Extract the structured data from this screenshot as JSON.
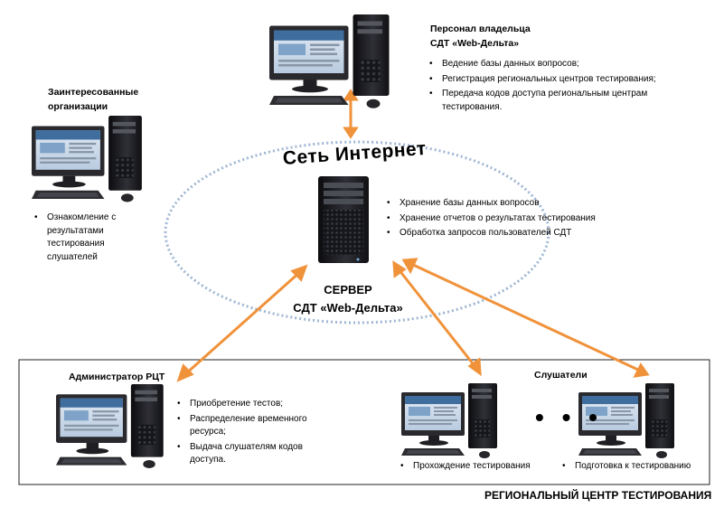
{
  "network": {
    "title": "Сеть Интернет"
  },
  "server": {
    "title_line1": "СЕРВЕР",
    "title_line2": "СДТ «Web-Дельта»",
    "functions": [
      "Хранение базы данных вопросов",
      "Хранение отчетов о результатах тестирования",
      "Обработка запросов пользователей СДТ"
    ]
  },
  "owner": {
    "title_line1": "Персонал владельца",
    "title_line2": "СДТ «Web-Дельта»",
    "functions": [
      "Ведение базы данных вопросов;",
      "Регистрация региональных центров тестирования;",
      "Передача кодов доступа региональным центрам тестирования."
    ]
  },
  "organizations": {
    "title_line1": "Заинтересованные",
    "title_line2": "организации",
    "functions": [
      "Ознакомление с результатами тестирования слушателей"
    ]
  },
  "admin": {
    "title": "Администратор РЦТ",
    "functions": [
      "Приобретение тестов;",
      "Распределение временного ресурса;",
      "Выдача слушателям кодов доступа."
    ]
  },
  "listeners": {
    "title": "Слушатели",
    "ellipsis": "• • •",
    "left_function": "Прохождение тестирования",
    "right_function": "Подготовка к тестированию"
  },
  "regional_center": {
    "caption": "РЕГИОНАЛЬНЫЙ ЦЕНТР ТЕСТИРОВАНИЯ"
  },
  "colors": {
    "arrow": "#f0923a",
    "ellipse": "#9fb6d4",
    "tower": "#1e1e22",
    "screen_frame": "#2a2a2e"
  },
  "icons": {
    "workstation": "desktop-computer-icon",
    "server": "server-tower-icon"
  }
}
